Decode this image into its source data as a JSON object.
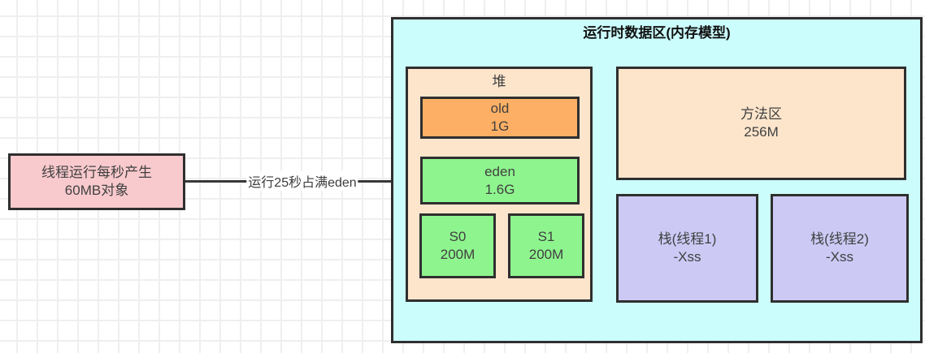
{
  "colors": {
    "border": "#2f2f2f",
    "text": "#404040",
    "source_pink": "#f9cacd",
    "container_cyan": "#ccfdfd",
    "area_peach": "#fde5cc",
    "old_orange": "#fdb065",
    "young_green": "#8ef58e",
    "stack_purple": "#cccaf5",
    "arrow": "#383838",
    "grid_line": "#efefef"
  },
  "source": {
    "line1": "线程运行每秒产生",
    "line2": "60MB对象"
  },
  "arrow": {
    "label": "运行25秒占满eden"
  },
  "container": {
    "title": "运行时数据区(内存模型)"
  },
  "heap": {
    "label": "堆",
    "old": {
      "name": "old",
      "size": "1G"
    },
    "eden": {
      "name": "eden",
      "size": "1.6G"
    },
    "s0": {
      "name": "S0",
      "size": "200M"
    },
    "s1": {
      "name": "S1",
      "size": "200M"
    }
  },
  "method_area": {
    "name": "方法区",
    "size": "256M"
  },
  "stacks": [
    {
      "name": "栈(线程1)",
      "size": "-Xss"
    },
    {
      "name": "栈(线程2)",
      "size": "-Xss"
    }
  ]
}
